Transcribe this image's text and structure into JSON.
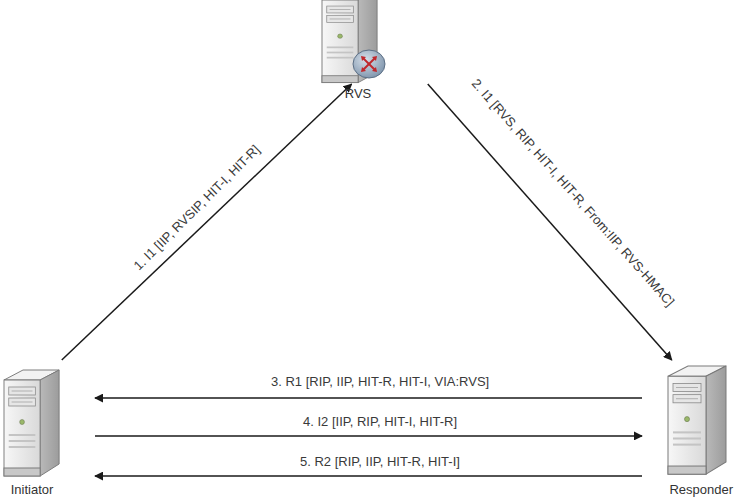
{
  "diagram": {
    "nodes": [
      {
        "text": [
          "RVS"
        ]
      },
      {
        "text": [
          "Initiator"
        ]
      },
      {
        "text": [
          "Responder"
        ]
      }
    ],
    "edges": [
      {
        "from": 1,
        "to": 0,
        "arrow": "to",
        "label": "1. I1 [IIP, RVSIP, HIT-I, HIT-R]"
      },
      {
        "from": 0,
        "to": 2,
        "arrow": "to",
        "label": "2. I1 [RVS, RIP, HIT-I, HIT-R, From:IIP, RVS-HMAC]"
      },
      {
        "from": 2,
        "to": 1,
        "arrow": "to",
        "label": "3. R1 [RIP, IIP, HIT-R, HIT-I, VIA:RVS]"
      },
      {
        "from": 1,
        "to": 2,
        "arrow": "to",
        "label": "4. I2 [IIP, RIP, HIT-I, HIT-R]"
      },
      {
        "from": 2,
        "to": 1,
        "arrow": "to",
        "label": "5. R2 [RIP, IIP, HIT-R, HIT-I]"
      }
    ]
  }
}
